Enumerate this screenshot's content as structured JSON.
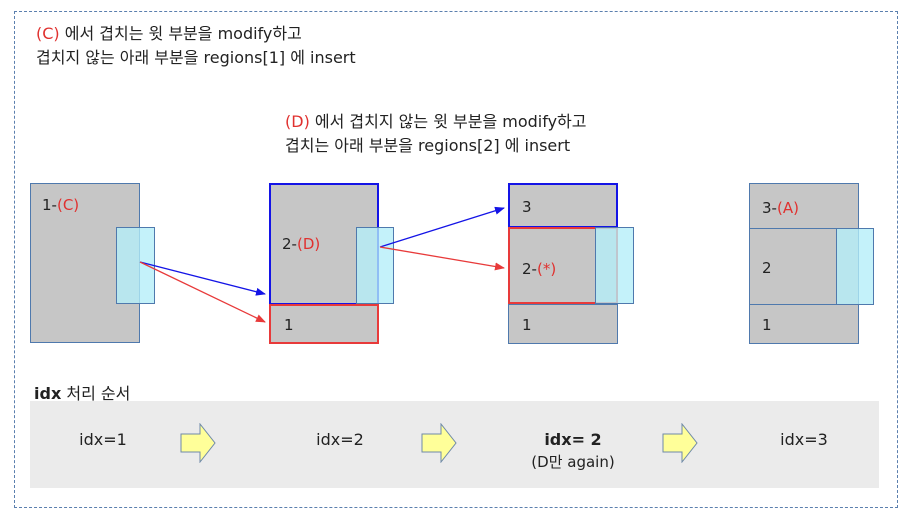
{
  "notes": {
    "c": {
      "marker": "(C)",
      "line1": " 에서 겹치는 윗 부분을 modify하고",
      "line2": "겹치지 않는 아래 부분을 regions[1] 에 insert"
    },
    "d": {
      "marker": "(D)",
      "line1": " 에서 겹치지 않는 윗 부분을 modify하고",
      "line2": "겹치는 아래 부분을 regions[2] 에 insert"
    }
  },
  "stages": {
    "s1": {
      "top": "1-",
      "top_mark": "(C)"
    },
    "s2": {
      "top": "2-",
      "top_mark": "(D)",
      "bottom": "1"
    },
    "s3": {
      "top": "3",
      "mid": "2-",
      "mid_mark": "(*)",
      "bottom": "1"
    },
    "s4": {
      "top": "3-",
      "top_mark": "(A)",
      "mid": "2",
      "bottom": "1"
    }
  },
  "sequence": {
    "title_bold": "idx",
    "title_rest": " 처리 순서",
    "steps": [
      {
        "label": "idx=1"
      },
      {
        "label": "idx=2"
      },
      {
        "label": "idx= 2",
        "sub": "(D만 again)"
      },
      {
        "label": "idx=3"
      }
    ]
  },
  "colors": {
    "box_fill": "#c6c6c6",
    "overlap_fill": "#b4eef8",
    "blue": "#1414e6",
    "red": "#e83a3a",
    "yellow_arrow": "#ffff99"
  }
}
